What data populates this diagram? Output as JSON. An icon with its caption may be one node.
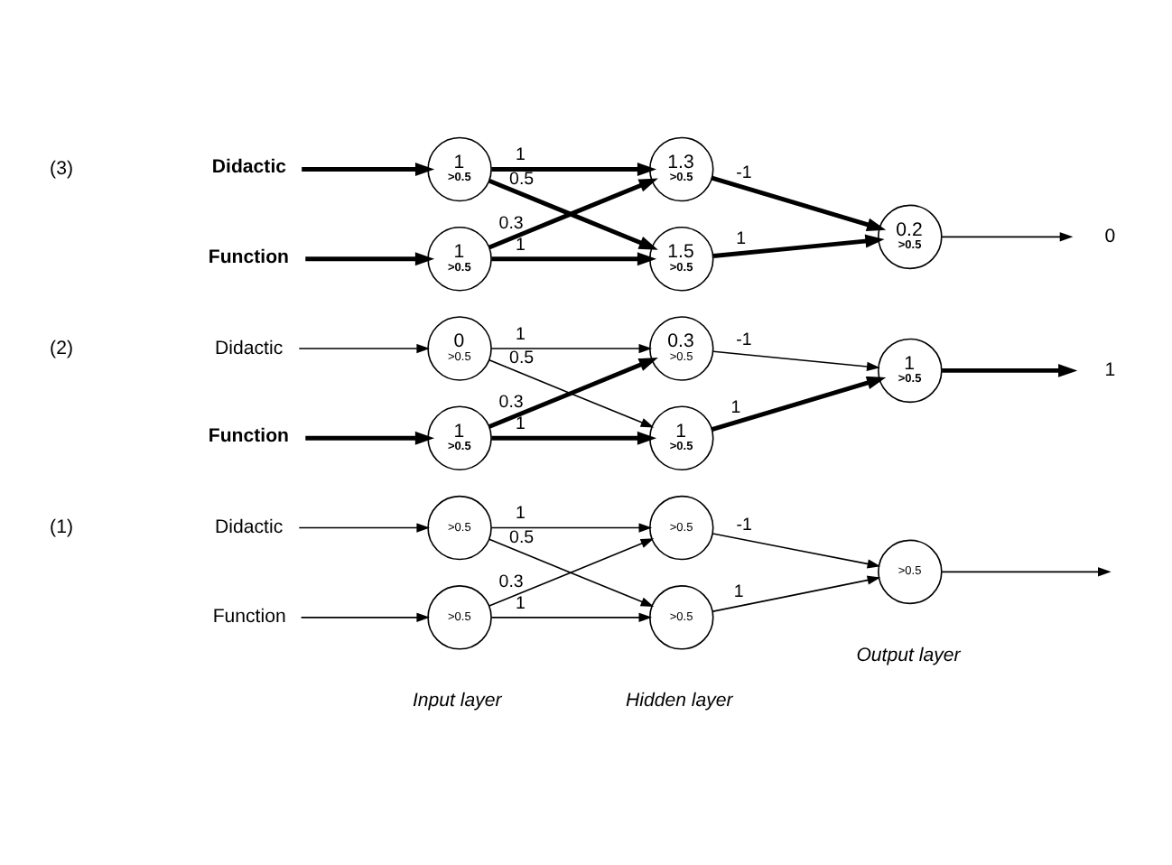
{
  "diagram": {
    "nodes": [
      {
        "text": [
          "Didactic"
        ]
      },
      {
        "text": [
          "Function"
        ]
      },
      {
        "text": [
          ">0.5"
        ]
      },
      {
        "text": [
          ">0.5"
        ]
      },
      {
        "text": [
          ">0.5"
        ]
      },
      {
        "text": [
          ">0.5"
        ]
      },
      {
        "text": [
          ">0.5"
        ]
      },
      {
        "text": [
          "Didactic"
        ]
      },
      {
        "text": [
          "Function"
        ]
      },
      {
        "text": [
          "0",
          ">0.5"
        ]
      },
      {
        "text": [
          "1",
          ">0.5"
        ]
      },
      {
        "text": [
          "0.3",
          ">0.5"
        ]
      },
      {
        "text": [
          "1",
          ">0.5"
        ]
      },
      {
        "text": [
          "1",
          ">0.5"
        ]
      },
      {
        "text": [
          "1"
        ]
      },
      {
        "text": [
          "Didactic"
        ]
      },
      {
        "text": [
          "Function"
        ]
      },
      {
        "text": [
          "1",
          ">0.5"
        ]
      },
      {
        "text": [
          "1",
          ">0.5"
        ]
      },
      {
        "text": [
          "1.3",
          ">0.5"
        ]
      },
      {
        "text": [
          "1.5",
          ">0.5"
        ]
      },
      {
        "text": [
          "0.2",
          ">0.5"
        ]
      },
      {
        "text": [
          "0"
        ]
      }
    ],
    "edges": [
      {
        "from": 0,
        "to": 2,
        "arrow": "to"
      },
      {
        "from": 1,
        "to": 3,
        "arrow": "to"
      },
      {
        "from": 2,
        "to": 4,
        "arrow": "to",
        "label": "1"
      },
      {
        "from": 2,
        "to": 5,
        "arrow": "to",
        "label": "0.5"
      },
      {
        "from": 3,
        "to": 4,
        "arrow": "to",
        "label": "0.3"
      },
      {
        "from": 3,
        "to": 5,
        "arrow": "to",
        "label": "1"
      },
      {
        "from": 4,
        "to": 6,
        "arrow": "to",
        "label": "-1"
      },
      {
        "from": 5,
        "to": 6,
        "arrow": "to",
        "label": "1"
      },
      {
        "from": 6,
        "to": null,
        "arrow": "to"
      },
      {
        "from": 7,
        "to": 9,
        "arrow": "to"
      },
      {
        "from": 8,
        "to": 10,
        "arrow": "to",
        "style": "thick"
      },
      {
        "from": 9,
        "to": 11,
        "arrow": "to",
        "label": "1"
      },
      {
        "from": 9,
        "to": 12,
        "arrow": "to",
        "label": "0.5"
      },
      {
        "from": 10,
        "to": 11,
        "arrow": "to",
        "label": "0.3",
        "style": "thick"
      },
      {
        "from": 10,
        "to": 12,
        "arrow": "to",
        "label": "1",
        "style": "thick"
      },
      {
        "from": 11,
        "to": 13,
        "arrow": "to",
        "label": "-1"
      },
      {
        "from": 12,
        "to": 13,
        "arrow": "to",
        "label": "1",
        "style": "thick"
      },
      {
        "from": 13,
        "to": 14,
        "arrow": "to",
        "style": "thick"
      },
      {
        "from": 15,
        "to": 17,
        "arrow": "to",
        "style": "thick"
      },
      {
        "from": 16,
        "to": 18,
        "arrow": "to",
        "style": "thick"
      },
      {
        "from": 17,
        "to": 19,
        "arrow": "to",
        "label": "1",
        "style": "thick"
      },
      {
        "from": 17,
        "to": 20,
        "arrow": "to",
        "label": "0.5",
        "style": "thick"
      },
      {
        "from": 18,
        "to": 19,
        "arrow": "to",
        "label": "0.3",
        "style": "thick"
      },
      {
        "from": 18,
        "to": 20,
        "arrow": "to",
        "label": "1",
        "style": "thick"
      },
      {
        "from": 19,
        "to": 21,
        "arrow": "to",
        "label": "-1",
        "style": "thick"
      },
      {
        "from": 20,
        "to": 21,
        "arrow": "to",
        "label": "1",
        "style": "thick"
      },
      {
        "from": 21,
        "to": 22,
        "arrow": "to"
      }
    ],
    "labels": [
      "Input layer",
      "Hidden layer",
      "Output layer",
      "(1)",
      "(2)",
      "(3)"
    ]
  }
}
